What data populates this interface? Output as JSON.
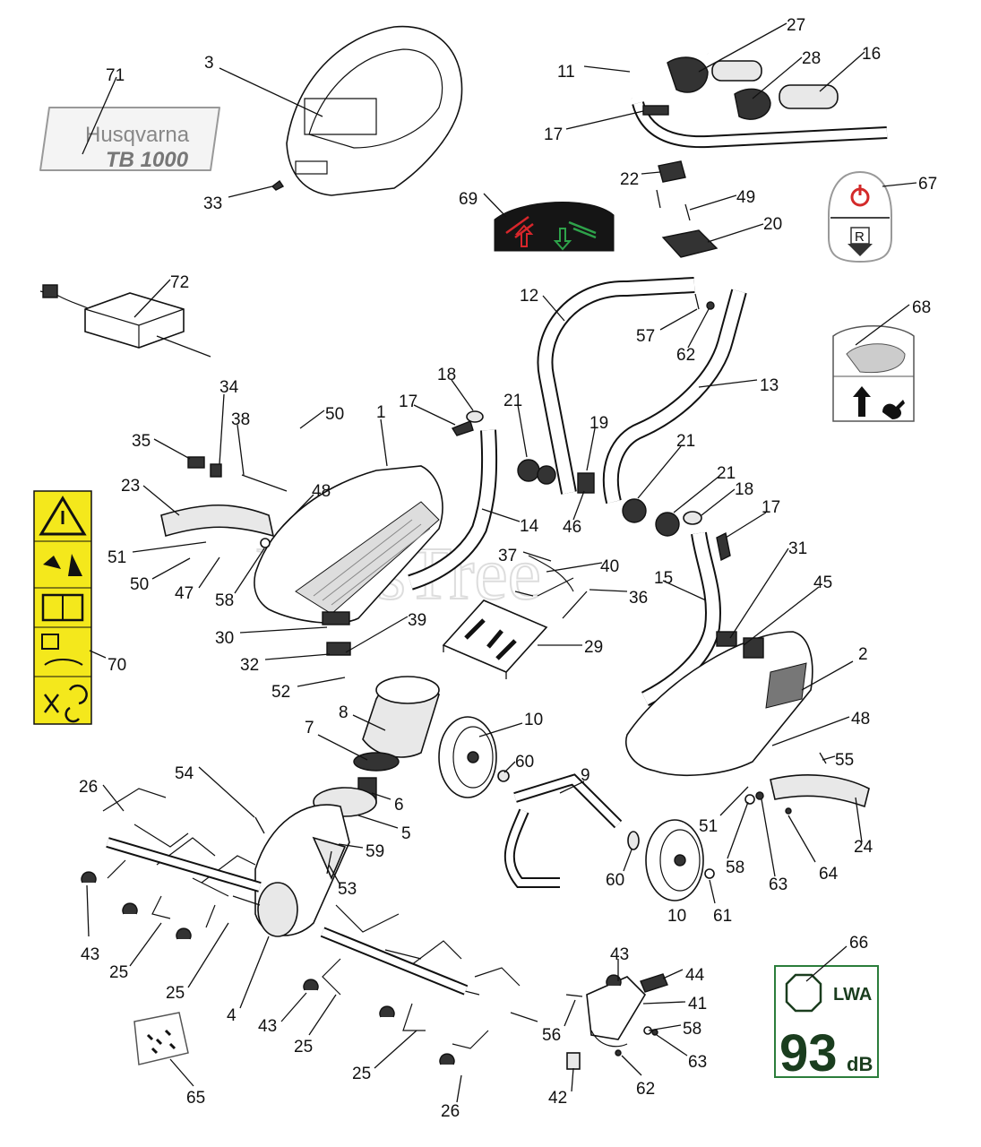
{
  "brand_decal": {
    "brand": "Husqvarna",
    "model": "TB 1000"
  },
  "watermark": "PartsTree",
  "noise_decal": {
    "lwa_label": "LWA",
    "value": "93",
    "unit": "dB"
  },
  "power_decal": {
    "reverse_letter": "R"
  },
  "colors": {
    "decal_yellow": "#f4e81c",
    "power_red": "#d32a2a",
    "ctrl_red": "#d7262b",
    "ctrl_green": "#2ea24a"
  },
  "callouts": [
    {
      "id": "1",
      "text": "1"
    },
    {
      "id": "2",
      "text": "2"
    },
    {
      "id": "3",
      "text": "3"
    },
    {
      "id": "4",
      "text": "4"
    },
    {
      "id": "5",
      "text": "5"
    },
    {
      "id": "6",
      "text": "6"
    },
    {
      "id": "7",
      "text": "7"
    },
    {
      "id": "8",
      "text": "8"
    },
    {
      "id": "9",
      "text": "9"
    },
    {
      "id": "10a",
      "text": "10"
    },
    {
      "id": "10b",
      "text": "10"
    },
    {
      "id": "11",
      "text": "11"
    },
    {
      "id": "12",
      "text": "12"
    },
    {
      "id": "13",
      "text": "13"
    },
    {
      "id": "14",
      "text": "14"
    },
    {
      "id": "15",
      "text": "15"
    },
    {
      "id": "16",
      "text": "16"
    },
    {
      "id": "17a",
      "text": "17"
    },
    {
      "id": "17b",
      "text": "17"
    },
    {
      "id": "17c",
      "text": "17"
    },
    {
      "id": "18a",
      "text": "18"
    },
    {
      "id": "18b",
      "text": "18"
    },
    {
      "id": "19",
      "text": "19"
    },
    {
      "id": "20",
      "text": "20"
    },
    {
      "id": "21a",
      "text": "21"
    },
    {
      "id": "21b",
      "text": "21"
    },
    {
      "id": "21c",
      "text": "21"
    },
    {
      "id": "22",
      "text": "22"
    },
    {
      "id": "23",
      "text": "23"
    },
    {
      "id": "24",
      "text": "24"
    },
    {
      "id": "25a",
      "text": "25"
    },
    {
      "id": "25b",
      "text": "25"
    },
    {
      "id": "25c",
      "text": "25"
    },
    {
      "id": "25d",
      "text": "25"
    },
    {
      "id": "26a",
      "text": "26"
    },
    {
      "id": "26b",
      "text": "26"
    },
    {
      "id": "27",
      "text": "27"
    },
    {
      "id": "28",
      "text": "28"
    },
    {
      "id": "29",
      "text": "29"
    },
    {
      "id": "30",
      "text": "30"
    },
    {
      "id": "31",
      "text": "31"
    },
    {
      "id": "32",
      "text": "32"
    },
    {
      "id": "33",
      "text": "33"
    },
    {
      "id": "34",
      "text": "34"
    },
    {
      "id": "35",
      "text": "35"
    },
    {
      "id": "36",
      "text": "36"
    },
    {
      "id": "37",
      "text": "37"
    },
    {
      "id": "38",
      "text": "38"
    },
    {
      "id": "39",
      "text": "39"
    },
    {
      "id": "40",
      "text": "40"
    },
    {
      "id": "41",
      "text": "41"
    },
    {
      "id": "42",
      "text": "42"
    },
    {
      "id": "43a",
      "text": "43"
    },
    {
      "id": "43b",
      "text": "43"
    },
    {
      "id": "43c",
      "text": "43"
    },
    {
      "id": "44",
      "text": "44"
    },
    {
      "id": "45",
      "text": "45"
    },
    {
      "id": "46",
      "text": "46"
    },
    {
      "id": "47",
      "text": "47"
    },
    {
      "id": "48a",
      "text": "48"
    },
    {
      "id": "48b",
      "text": "48"
    },
    {
      "id": "49",
      "text": "49"
    },
    {
      "id": "50a",
      "text": "50"
    },
    {
      "id": "50b",
      "text": "50"
    },
    {
      "id": "51a",
      "text": "51"
    },
    {
      "id": "51b",
      "text": "51"
    },
    {
      "id": "52",
      "text": "52"
    },
    {
      "id": "53",
      "text": "53"
    },
    {
      "id": "54",
      "text": "54"
    },
    {
      "id": "55",
      "text": "55"
    },
    {
      "id": "56",
      "text": "56"
    },
    {
      "id": "57",
      "text": "57"
    },
    {
      "id": "58a",
      "text": "58"
    },
    {
      "id": "58b",
      "text": "58"
    },
    {
      "id": "58c",
      "text": "58"
    },
    {
      "id": "59",
      "text": "59"
    },
    {
      "id": "60a",
      "text": "60"
    },
    {
      "id": "60b",
      "text": "60"
    },
    {
      "id": "61",
      "text": "61"
    },
    {
      "id": "62a",
      "text": "62"
    },
    {
      "id": "62b",
      "text": "62"
    },
    {
      "id": "63a",
      "text": "63"
    },
    {
      "id": "63b",
      "text": "63"
    },
    {
      "id": "64",
      "text": "64"
    },
    {
      "id": "65",
      "text": "65"
    },
    {
      "id": "66",
      "text": "66"
    },
    {
      "id": "67",
      "text": "67"
    },
    {
      "id": "68",
      "text": "68"
    },
    {
      "id": "69",
      "text": "69"
    },
    {
      "id": "70",
      "text": "70"
    },
    {
      "id": "71",
      "text": "71"
    },
    {
      "id": "72",
      "text": "72"
    }
  ]
}
